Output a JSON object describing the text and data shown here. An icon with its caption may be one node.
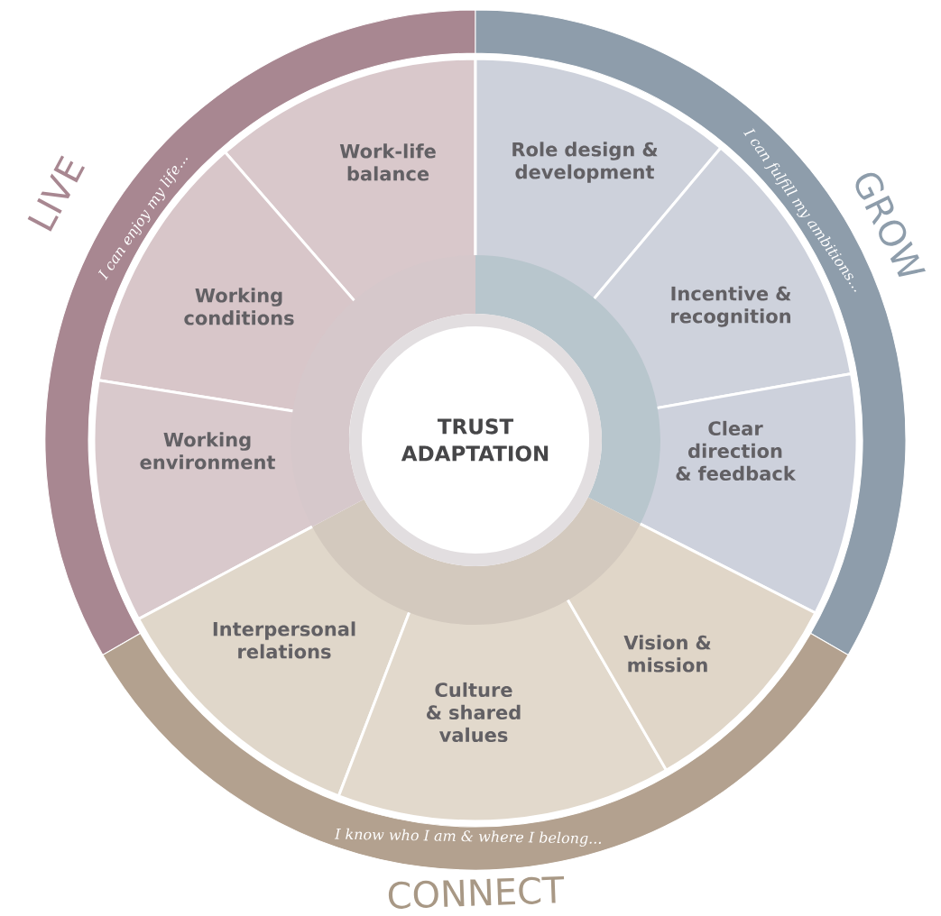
{
  "diagram": {
    "nodes": [
      {
        "text": [
          "LIVE",
          "I can enjoy my life..."
        ]
      },
      {
        "text": [
          "GROW",
          "I can fulfill my ambitions..."
        ]
      },
      {
        "text": [
          "I know who I am & where I belong...",
          "CONNECT"
        ]
      },
      {
        "text": [
          "Work-life balance"
        ]
      },
      {
        "text": [
          "Role design & development"
        ]
      },
      {
        "text": [
          "Working conditions"
        ]
      },
      {
        "text": [
          "Incentive & recognition"
        ]
      },
      {
        "text": [
          "Working environment"
        ]
      },
      {
        "text": [
          "TRUST ADAPTATION"
        ]
      },
      {
        "text": [
          "Clear direction & feedback"
        ]
      },
      {
        "text": [
          "Interpersonal relations"
        ]
      },
      {
        "text": [
          "Culture & shared values"
        ]
      },
      {
        "text": [
          "Vision & mission"
        ]
      }
    ]
  }
}
